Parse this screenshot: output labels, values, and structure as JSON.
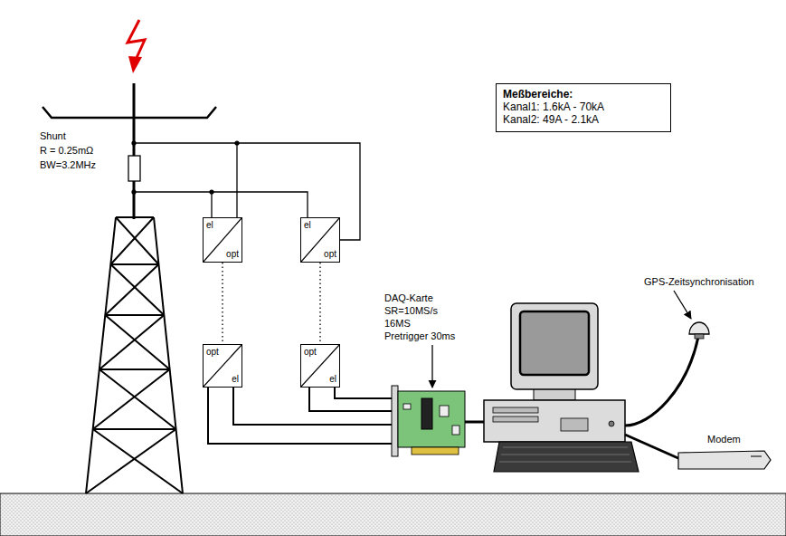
{
  "diagram": {
    "nodes": [
      {
        "text": [
          "el",
          "opt"
        ]
      },
      {
        "text": [
          "el",
          "opt"
        ]
      },
      {
        "text": [
          "opt",
          "el"
        ]
      },
      {
        "text": [
          "opt",
          "el"
        ]
      },
      {
        "text": [
          "Meßbereiche:",
          "Kanal1: 1.6kA - 70kA",
          "Kanal2: 49A - 2.1kA"
        ]
      }
    ],
    "edges": [
      {
        "from": 0,
        "to": 2,
        "arrow": "none"
      },
      {
        "from": 1,
        "to": 3,
        "arrow": "none"
      }
    ],
    "labels": [
      "Shunt",
      "R = 0.25mΩ",
      "BW=3.2MHz",
      "DAQ-Karte",
      "SR=10MS/s",
      "16MS",
      "Pretrigger 30ms",
      "GPS-Zeitsynchronisation",
      "Modem"
    ]
  }
}
